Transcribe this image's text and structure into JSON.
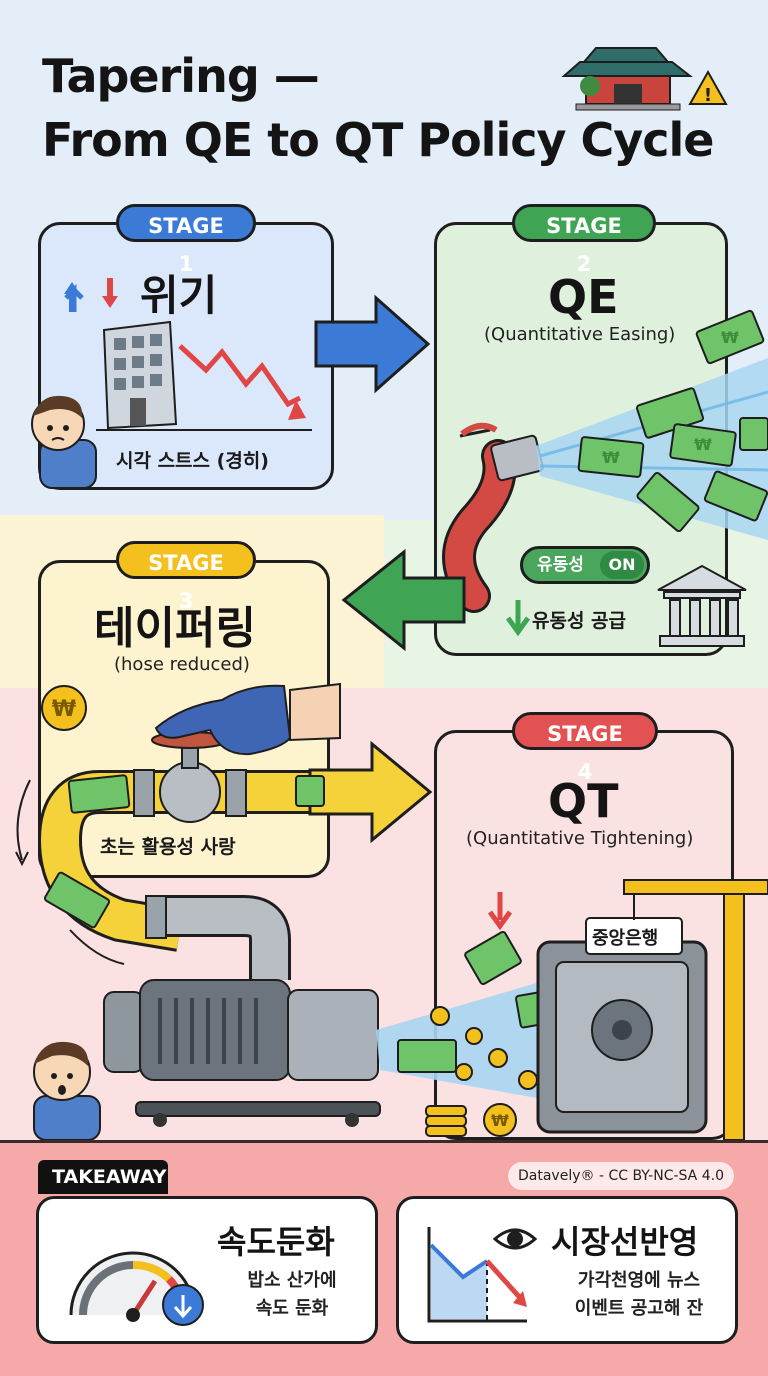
{
  "title": {
    "line1": "Tapering —",
    "line2": "From QE to QT Policy Cycle"
  },
  "stages": [
    {
      "badge": "STAGE 1",
      "heading": "위기",
      "caption": "시각 스트스 (경히)",
      "color": "#3c7ad8"
    },
    {
      "badge": "STAGE 2",
      "heading": "QE",
      "subtitle": "(Quantitative Easing)",
      "toggle_label": "유동성",
      "toggle_state": "ON",
      "caption": "유동성 공급",
      "color": "#3fa555"
    },
    {
      "badge": "STAGE 3",
      "heading": "테이퍼링",
      "subtitle": "(hose reduced)",
      "caption": "초는 활용성 사랑",
      "color": "#f4c01e"
    },
    {
      "badge": "STAGE 4",
      "heading": "QT",
      "subtitle": "(Quantitative Tightening)",
      "vault_label": "중앙은행",
      "color": "#e25252"
    }
  ],
  "takeaway": {
    "label": "TAKEAWAY",
    "credit": "Datavely® - CC BY-NC-SA 4.0",
    "cards": [
      {
        "heading": "속도둔화",
        "line1": "밥소 산가에",
        "line2": "속도 둔화"
      },
      {
        "heading": "시장선반영",
        "line1": "가각천영에 뉴스",
        "line2": "이벤트 공고해 잔"
      }
    ]
  },
  "icons": {
    "won_symbol": "₩",
    "palace": "palace-icon",
    "warning": "warning-icon",
    "bank": "bank-icon",
    "gauge": "speedometer-icon",
    "eye": "eye-icon"
  }
}
